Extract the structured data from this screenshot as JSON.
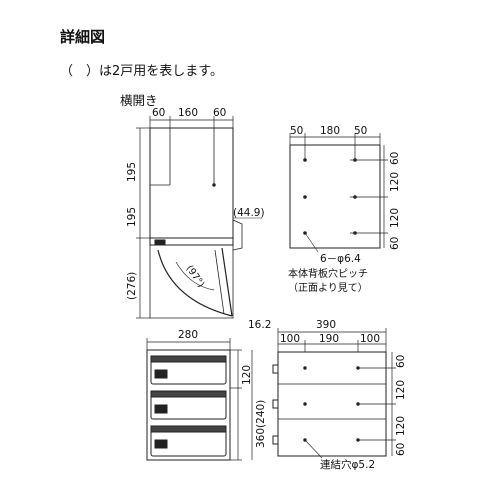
{
  "header": {
    "title": "詳細図",
    "note": "（　）は2戸用を表します。",
    "subtitle": "横開き"
  },
  "side_view": {
    "top_dims": [
      "60",
      "160",
      "60"
    ],
    "left_dims": [
      "195",
      "195",
      "(276)"
    ],
    "right_dim": "(44.9)",
    "angle": "(97°)"
  },
  "back_view": {
    "top_dims": [
      "50",
      "180",
      "50"
    ],
    "right_dims": [
      "60",
      "120",
      "120",
      "60"
    ],
    "hole_label": "6－φ6.4",
    "caption_lines": [
      "本体背板穴ピッチ",
      "（正面より見て）"
    ]
  },
  "front_view": {
    "width": "280",
    "right_dims": [
      "120",
      "360(240)"
    ]
  },
  "rear_view": {
    "offset": "16.2",
    "width": "390",
    "top_dims": [
      "100",
      "190",
      "100"
    ],
    "right_dims": [
      "60",
      "120",
      "120",
      "60"
    ],
    "hole_label": "連結穴φ5.2"
  }
}
